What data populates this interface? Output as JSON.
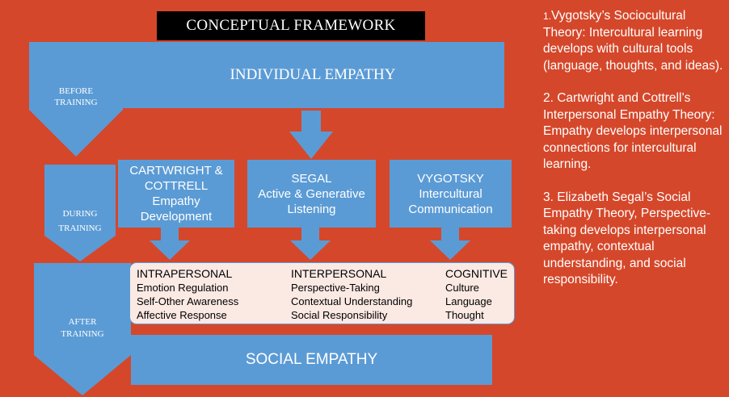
{
  "title": "CONCEPTUAL FRAMEWORK",
  "individual_empathy": "INDIVIDUAL EMPATHY",
  "social_empathy": "SOCIAL EMPATHY",
  "phases": {
    "before_line1": "BEFORE",
    "before_line2": "TRAINING",
    "during_line1": "DURING",
    "during_line2": "TRAINING",
    "after_line1": "AFTER",
    "after_line2": "TRAINING"
  },
  "theories": {
    "cartwright": {
      "line1": "CARTWRIGHT &",
      "line2": "COTTRELL",
      "line3": "Empathy",
      "line4": "Development"
    },
    "segal": {
      "line1": "SEGAL",
      "line2": "Active & Generative",
      "line3": "Listening"
    },
    "vygotsky": {
      "line1": "VYGOTSKY",
      "line2": "Intercultural",
      "line3": "Communication"
    }
  },
  "outcomes": {
    "intrapersonal": {
      "head": "INTRAPERSONAL",
      "items": [
        "Emotion Regulation",
        "Self-Other Awareness",
        "Affective Response"
      ]
    },
    "interpersonal": {
      "head": "INTERPERSONAL",
      "items": [
        "Perspective-Taking",
        "Contextual Understanding",
        "Social Responsibility"
      ]
    },
    "cognitive": {
      "head": "COGNITIVE",
      "items": [
        "Culture",
        "Language",
        "Thought"
      ]
    }
  },
  "notes": {
    "note1_num": "1.",
    "note1_text": "Vygotsky’s Sociocultural Theory: Intercultural learning develops with cultural tools (language, thoughts, and ideas).",
    "note2_text": "2. Cartwright and Cottrell’s Interpersonal Empathy Theory: Empathy develops interpersonal connections for intercultural learning.",
    "note3_text": "3. Elizabeth Segal’s Social Empathy Theory, Perspective-taking develops interpersonal empathy, contextual understanding, and social responsibility."
  },
  "colors": {
    "background": "#d5472a",
    "box_blue": "#5b9bd5",
    "outcome_fill": "#fbe9e4",
    "title_bar": "#000000"
  }
}
